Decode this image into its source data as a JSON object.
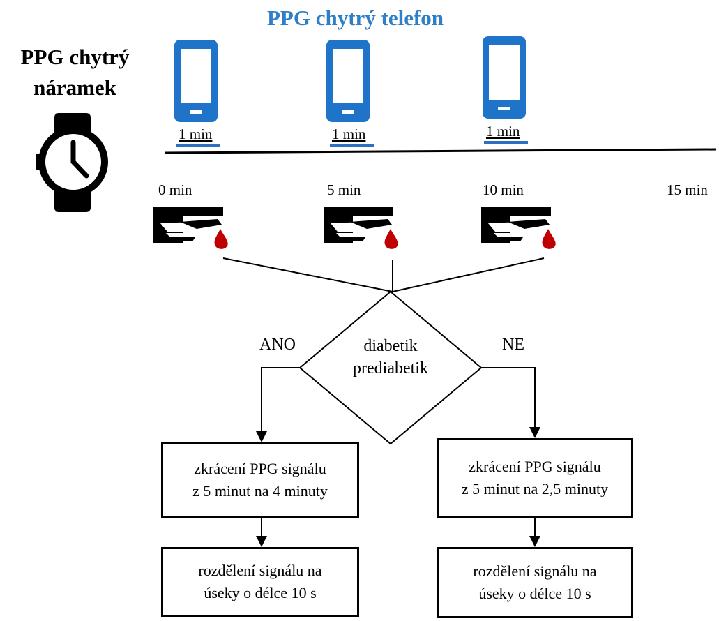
{
  "header": {
    "phone_title": "PPG chytrý telefon"
  },
  "band": {
    "title_line1": "PPG chytrý",
    "title_line2": "náramek"
  },
  "phones": [
    {
      "duration": "1 min"
    },
    {
      "duration": "1 min"
    },
    {
      "duration": "1 min"
    }
  ],
  "timeline": {
    "ticks": [
      "0 min",
      "5 min",
      "10 min",
      "15 min"
    ]
  },
  "icons": {
    "phone": "smartphone-icon",
    "watch": "smartwatch-icon",
    "blood": "finger-blood-drop-icon"
  },
  "colors": {
    "accent": "#2f7fc8",
    "phone_fill": "#1f73c9",
    "blood": "#c00000"
  },
  "decision": {
    "line1": "diabetik",
    "line2": "prediabetik",
    "yes_label": "ANO",
    "no_label": "NE"
  },
  "left_branch": {
    "step1_line1": "zkrácení PPG signálu",
    "step1_line2": "z 5 minut na 4 minuty",
    "step2_line1": "rozdělení signálu na",
    "step2_line2": "úseky o délce 10 s"
  },
  "right_branch": {
    "step1_line1": "zkrácení PPG signálu",
    "step1_line2": "z 5 minut na 2,5 minuty",
    "step2_line1": "rozdělení signálu na",
    "step2_line2": "úseky o délce 10 s"
  }
}
